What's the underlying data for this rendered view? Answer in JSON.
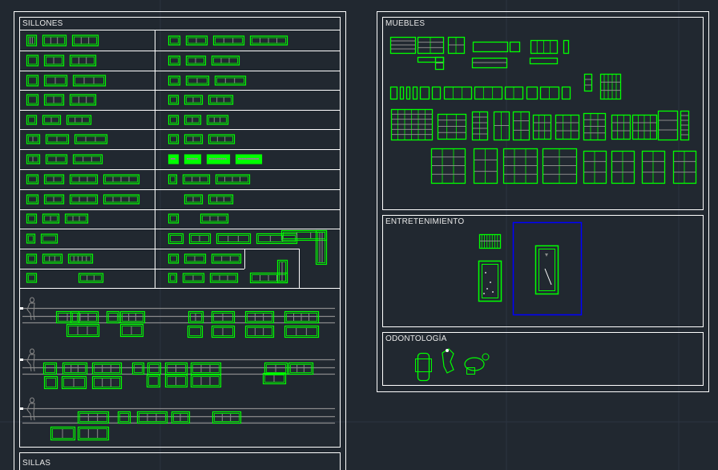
{
  "sections": {
    "sillones": "SILLONES",
    "sillas": "SILLAS",
    "muebles": "MUEBLES",
    "entretenimiento": "ENTRETENIMIENTO",
    "odontologia": "ODONTOLOGÍA"
  },
  "colors": {
    "background": "#212830",
    "block": "#00ff00",
    "detail": "#8a8a8a",
    "frame": "#ffffff",
    "selection": "#0000ff"
  }
}
